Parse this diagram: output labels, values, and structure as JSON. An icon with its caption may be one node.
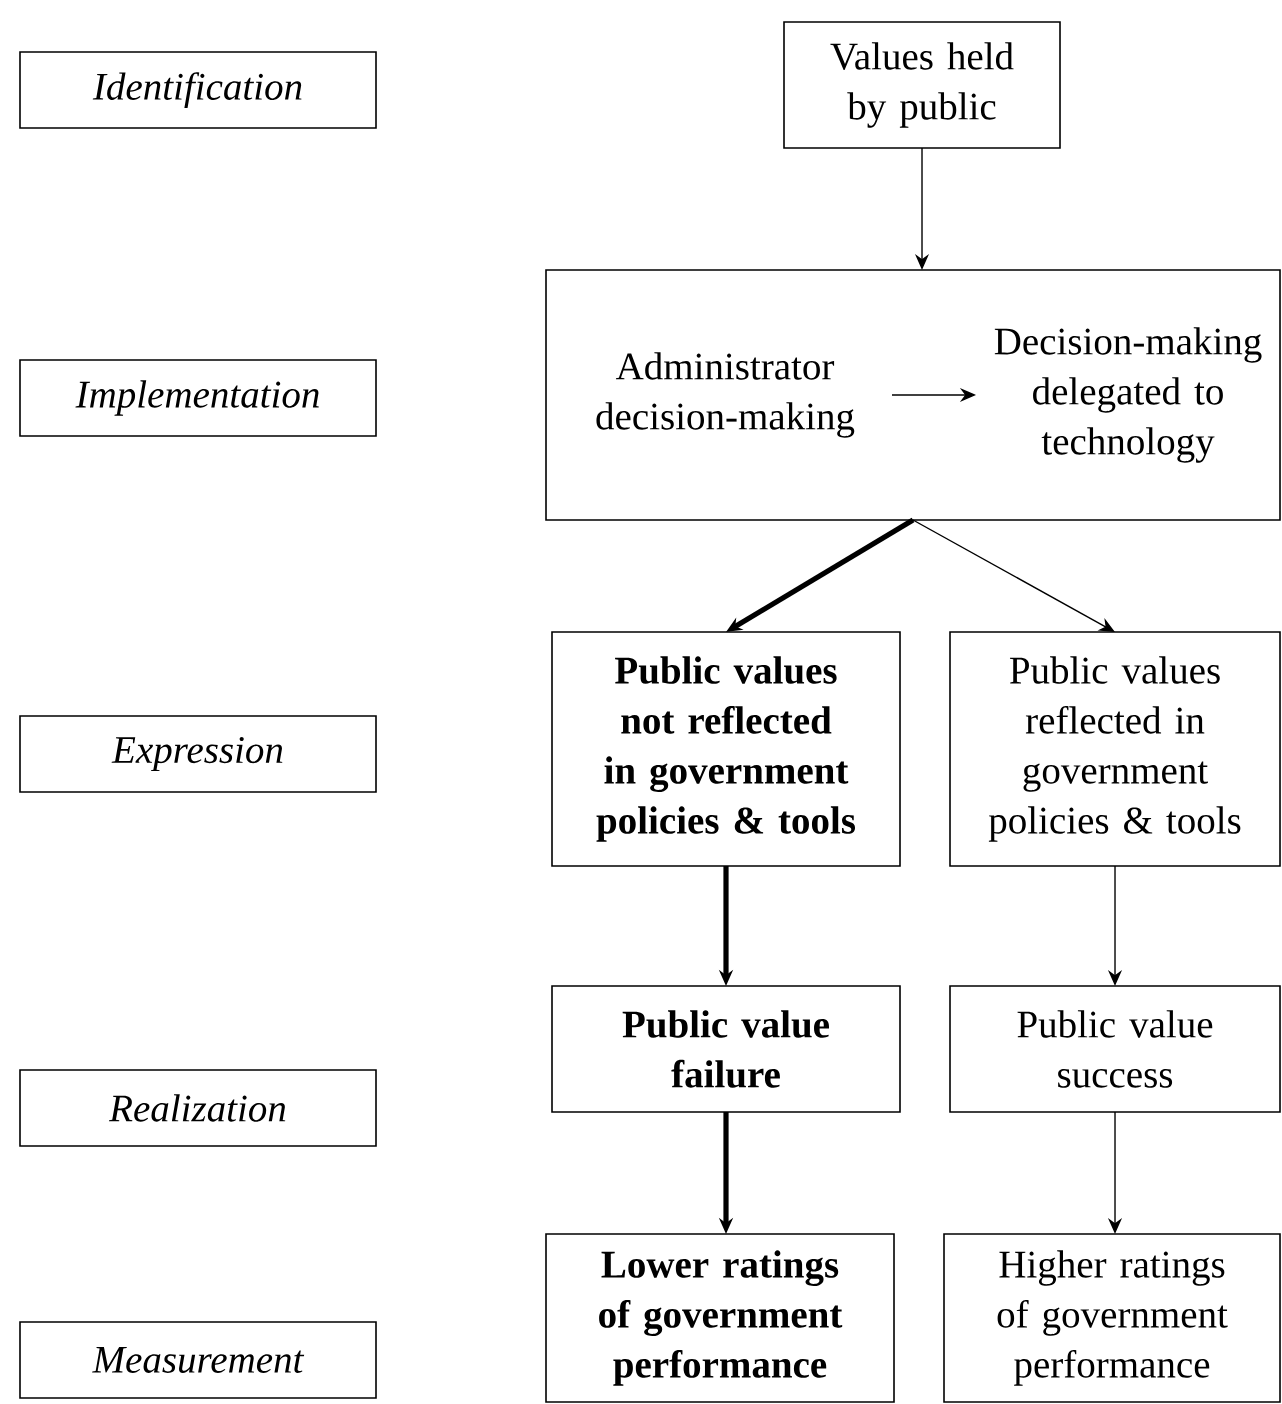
{
  "diagram": {
    "nodes": [
      {
        "text": [
          "Identification"
        ]
      },
      {
        "text": [
          "Values held by public"
        ]
      },
      {
        "text": [
          "Implementation"
        ]
      },
      {
        "text": [],
        "shape": "box"
      },
      {
        "text": [
          "Administrator decision-making"
        ],
        "in": 3
      },
      {
        "text": [
          "Decision-making delegated to technology"
        ],
        "in": 3
      },
      {
        "text": [
          "Expression"
        ]
      },
      {
        "text": [
          "Public values not reflected in government policies & tools"
        ]
      },
      {
        "text": [
          "Public values reflected in government policies & tools"
        ]
      },
      {
        "text": [
          "Realization"
        ]
      },
      {
        "text": [
          "Public value failure"
        ]
      },
      {
        "text": [
          "Public value success"
        ]
      },
      {
        "text": [
          "Measurement"
        ]
      },
      {
        "text": [
          "Lower ratings of government performance"
        ]
      },
      {
        "text": [
          "Higher ratings of government performance"
        ]
      }
    ],
    "edges": [
      {
        "from": 1,
        "to": 3,
        "arrow": "to"
      },
      {
        "from": 4,
        "to": 5,
        "arrow": "to"
      },
      {
        "from": 3,
        "to": 7,
        "arrow": "to",
        "style": "thick"
      },
      {
        "from": 3,
        "to": 8,
        "arrow": "to"
      },
      {
        "from": 7,
        "to": 10,
        "arrow": "to",
        "style": "thick"
      },
      {
        "from": 8,
        "to": 11,
        "arrow": "to"
      },
      {
        "from": 10,
        "to": 13,
        "arrow": "to",
        "style": "thick"
      },
      {
        "from": 11,
        "to": 14,
        "arrow": "to"
      }
    ]
  }
}
